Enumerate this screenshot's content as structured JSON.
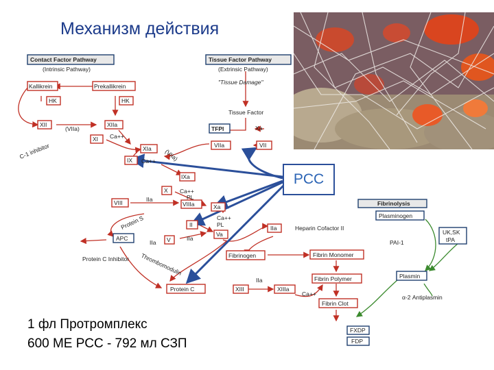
{
  "title": "Механизм действия",
  "pcc_label": "PCC",
  "footer": {
    "line1": "1 фл Протромплекс",
    "line2": "600 МЕ РСС - 792 мл СЗП"
  },
  "colors": {
    "title": "#1b3a8a",
    "red": "#c03025",
    "green": "#3b8a2e",
    "blue": "#2b4f9a"
  },
  "labels": {
    "contact_pathway": "Contact Factor Pathway",
    "intrinsic": "(Intrinsic Pathway)",
    "tissue_pathway": "Tissue Factor Pathway",
    "extrinsic": "(Extrinsic Pathway)",
    "tissue_damage": "\"Tissue Damage\"",
    "kallikrein": "Kallikrein",
    "prekallikrein": "Prekallikrein",
    "hk1": "HK",
    "hk2": "HK",
    "xii": "XII",
    "xiia": "XIIa",
    "viia_paren": "(VIIa)",
    "xi": "XI",
    "ca1": "Ca++",
    "c1_inhibitor": "C-1 inhibitor",
    "xia": "XIa",
    "ix": "IX",
    "ca2": "Ca++",
    "viia_rot": "(VIIa)",
    "tissue_factor": "Tissue Factor",
    "tfpi": "TFPI",
    "xa_top": "Xa",
    "viia": "VIIa",
    "vii": "VII",
    "ixa": "IXa",
    "x": "X",
    "ca3": "Ca++",
    "pl1": "PL",
    "viii": "VIII",
    "iia1": "IIa",
    "viiia": "VIIIa",
    "xa": "Xa",
    "protein_s": "Protein S",
    "ii": "II",
    "ca4": "Ca++",
    "pl2": "PL",
    "apc": "APC",
    "iia2": "IIa",
    "v": "V",
    "iia3": "IIa",
    "va": "Va",
    "iia4": "IIa",
    "heparin_cofactor": "Heparin Cofactor II",
    "protein_c_inhibitor": "Protein C Inhibitor",
    "thrombomodulin": "Thrombomodulin",
    "fibrinogen": "Fibrinogen",
    "fibrin_monomer": "Fibrin Monomer",
    "fibrin_polymer": "Fibrin Polymer",
    "protein_c": "Protein C",
    "xiii": "XIII",
    "iia5": "IIa",
    "xiiia": "XIIIa",
    "ca5": "Ca++",
    "fibrin_clot": "Fibrin Clot",
    "fibrinolysis": "Fibrinolysis",
    "plasminogen": "Plasminogen",
    "uk_sk": "UK,SK",
    "tpa": "tPA",
    "pai": "PAI-1",
    "plasmin": "Plasmin",
    "antiplasmin": "α-2 Antiplasmin",
    "fxdp": "FXDP",
    "fdp": "FDP"
  }
}
